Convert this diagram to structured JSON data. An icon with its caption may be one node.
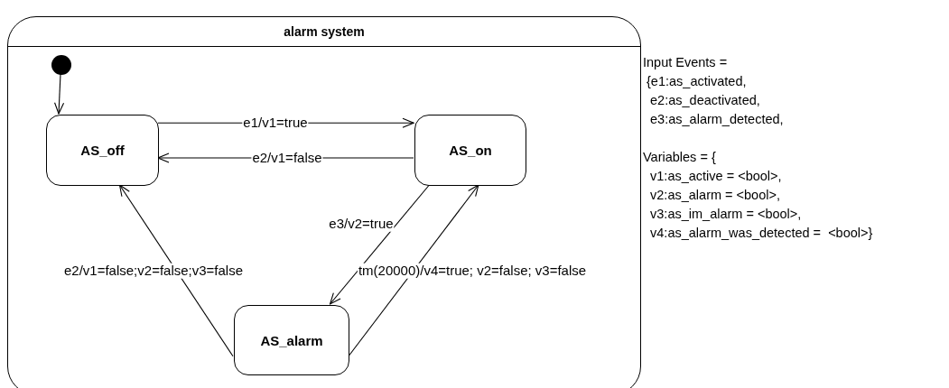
{
  "diagram": {
    "nodes": [
      {
        "text": [
          "alarm system"
        ]
      },
      {
        "text": [],
        "shape": "circle",
        "in": 0
      },
      {
        "text": [
          "AS_off"
        ],
        "in": 0
      },
      {
        "text": [
          "AS_on"
        ],
        "in": 0
      },
      {
        "text": [
          "AS_alarm"
        ],
        "in": 0
      }
    ],
    "edges": [
      {
        "from": 1,
        "to": 2,
        "arrow": "to"
      },
      {
        "from": 2,
        "to": 3,
        "arrow": "to",
        "label": "e1/v1=true"
      },
      {
        "from": 3,
        "to": 2,
        "arrow": "to",
        "label": "e2/v1=false"
      },
      {
        "from": 3,
        "to": 4,
        "arrow": "to",
        "label": "e3/v2=true"
      },
      {
        "from": 4,
        "to": 2,
        "arrow": "to",
        "label": "e2/v1=false;v2=false;v3=false"
      },
      {
        "from": 4,
        "to": 3,
        "arrow": "to",
        "label": "tm(20000)/v4=true; v2=false; v3=false"
      }
    ],
    "labels": [
      "Input Events =",
      " {e1:as_activated,",
      "  e2:as_deactivated,",
      "  e3:as_alarm_detected,",
      "Variables = {",
      "  v1:as_active = <bool>,",
      "  v2:as_alarm = <bool>,",
      "  v3:as_im_alarm = <bool>,",
      "  v4:as_alarm_was_detected =  <bool>}"
    ]
  }
}
